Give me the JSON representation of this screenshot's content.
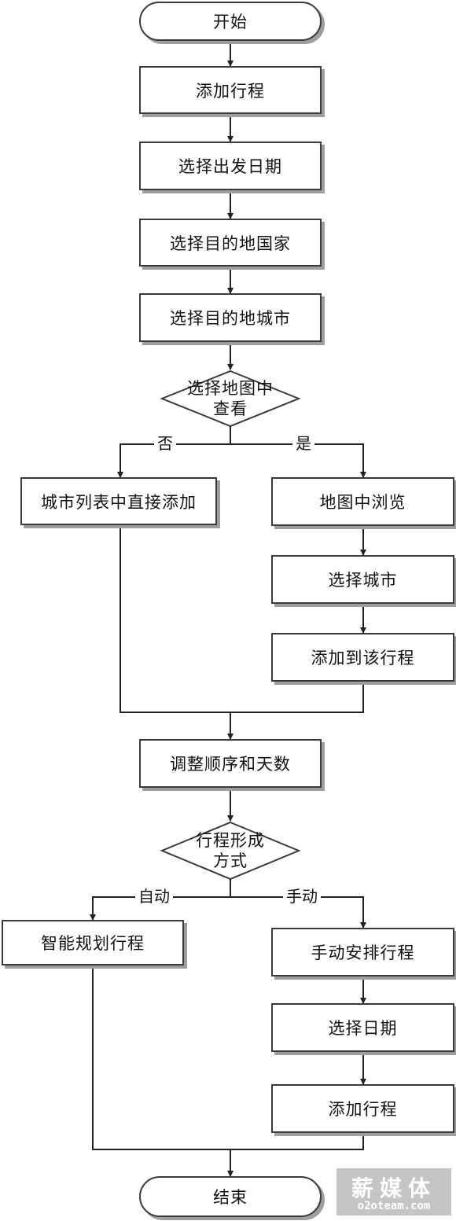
{
  "flowchart": {
    "start": "开始",
    "add_trip": "添加行程",
    "choose_departure_date": "选择出发日期",
    "choose_destination_country": "选择目的地国家",
    "choose_destination_city": "选择目的地城市",
    "decision_map_view": "选择地图中查看",
    "branch_no": "否",
    "branch_yes": "是",
    "add_from_city_list": "城市列表中直接添加",
    "browse_in_map": "地图中浏览",
    "select_city": "选择城市",
    "add_to_trip": "添加到该行程",
    "adjust_order_days": "调整顺序和天数",
    "decision_trip_mode": "行程形成方式",
    "branch_auto": "自动",
    "branch_manual": "手动",
    "smart_planning": "智能规划行程",
    "manual_arrange": "手动安排行程",
    "select_date": "选择日期",
    "add_trip_2": "添加行程",
    "end": "结束"
  },
  "watermark": {
    "title": "薪媒体",
    "url": "o2oteam.com"
  },
  "colors": {
    "line": "#222222",
    "border": "#3a3a3a",
    "shadow": "#9e9e9e"
  }
}
